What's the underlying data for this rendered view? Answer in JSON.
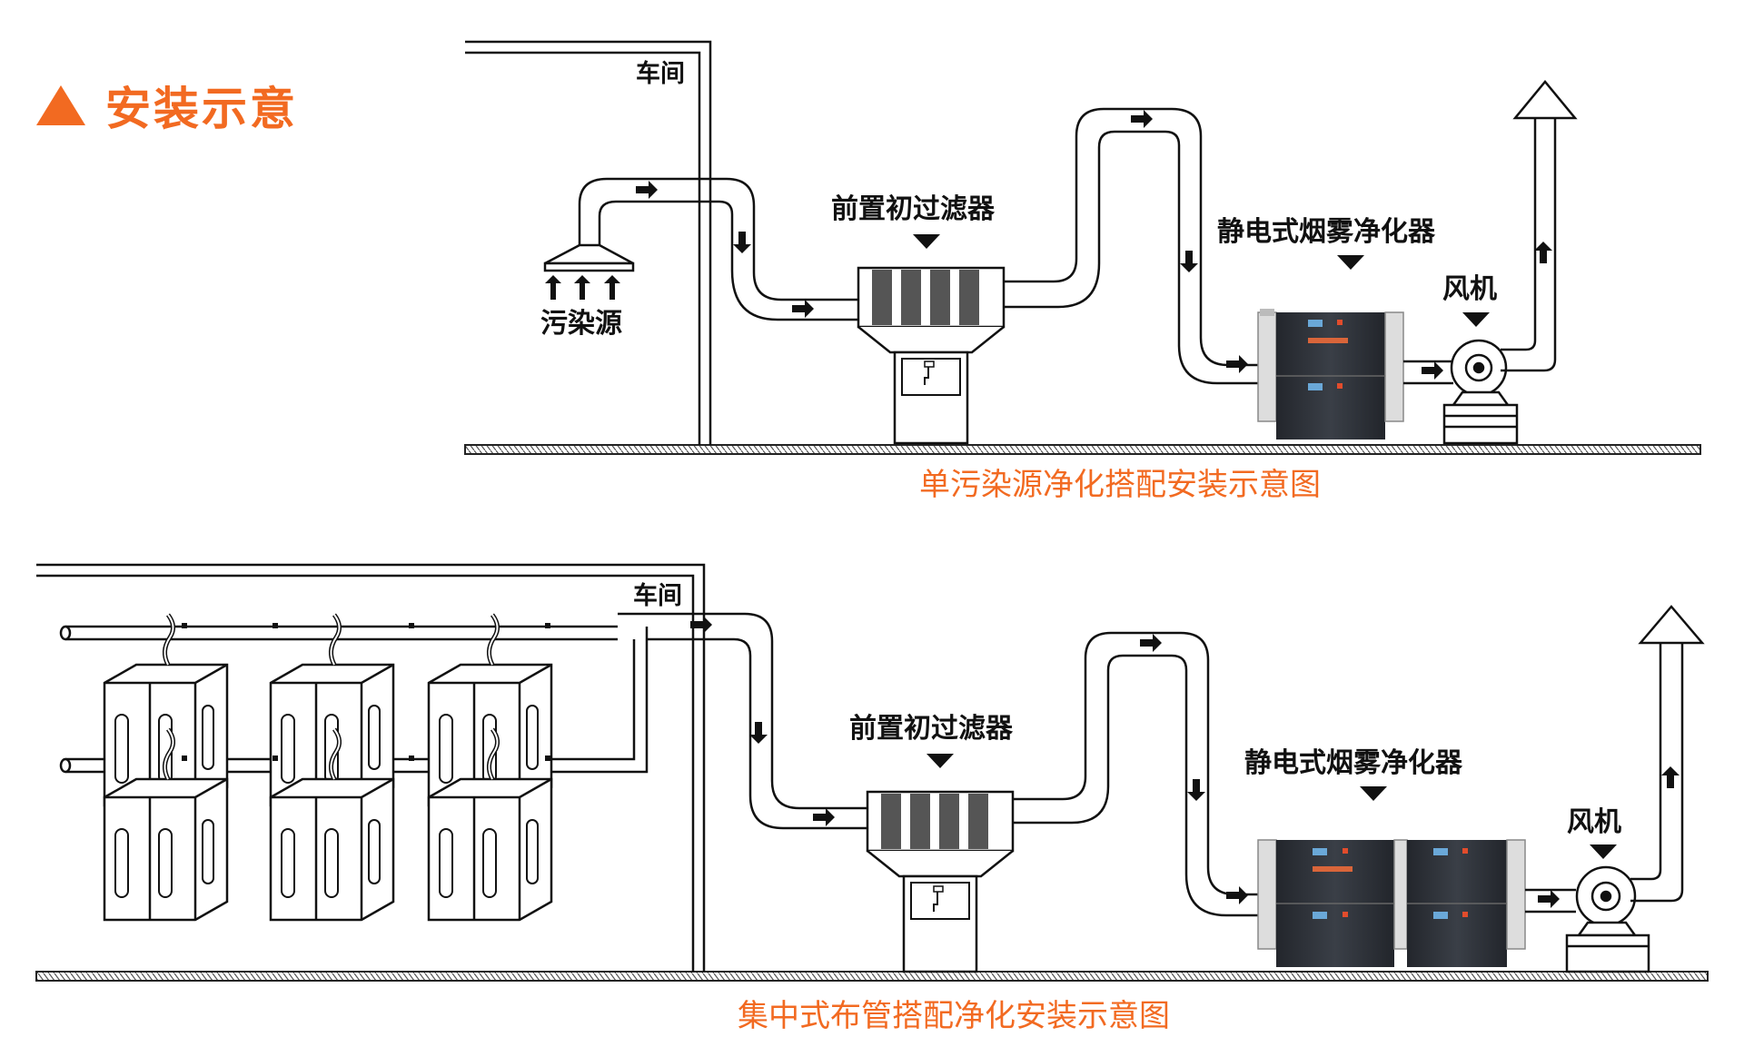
{
  "title": "安装示意",
  "diagram1": {
    "workshop": "车间",
    "source": "污染源",
    "prefilter": "前置初过滤器",
    "purifier": "静电式烟雾净化器",
    "fan": "风机",
    "caption": "单污染源净化搭配安装示意图"
  },
  "diagram2": {
    "workshop": "车间",
    "prefilter": "前置初过滤器",
    "purifier": "静电式烟雾净化器",
    "fan": "风机",
    "caption": "集中式布管搭配净化安装示意图"
  },
  "colors": {
    "accent": "#f26a21",
    "line": "#1a1a1a",
    "unit_body": "#2e323a"
  },
  "icons": [
    "warning-triangle-icon",
    "flow-arrow-icon",
    "chimney-cap-icon"
  ]
}
